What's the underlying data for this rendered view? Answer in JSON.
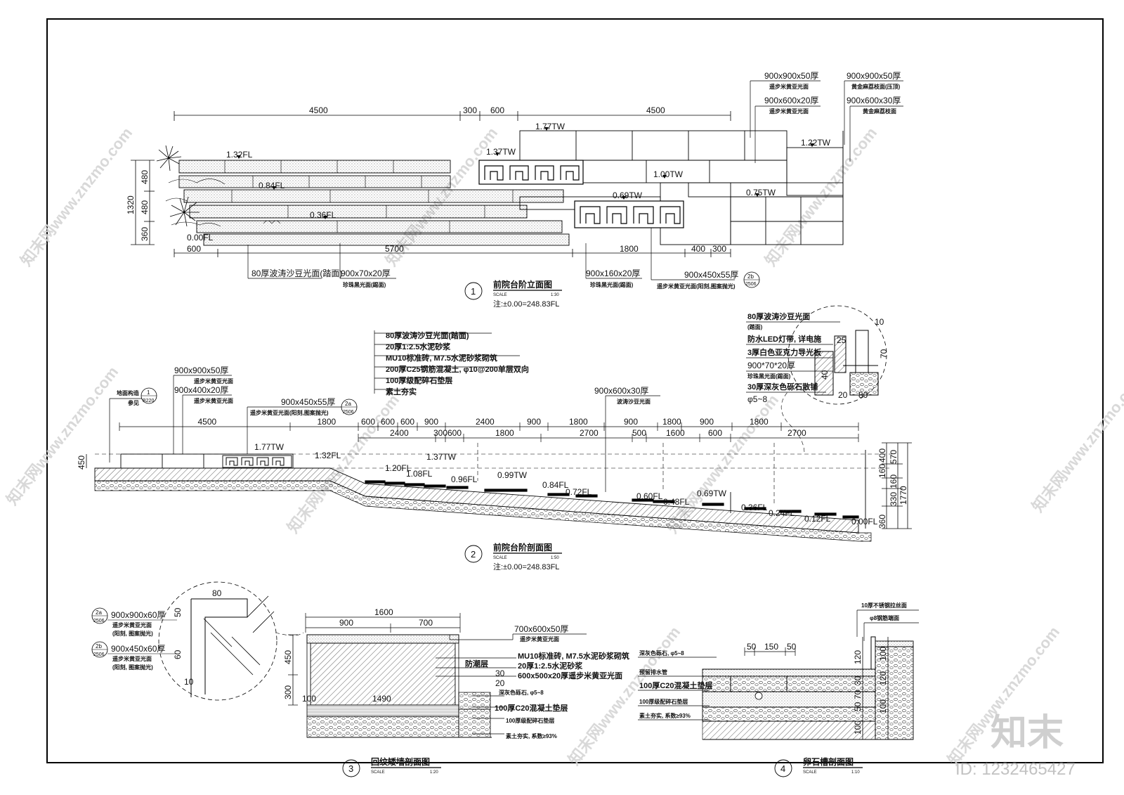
{
  "brand": {
    "logo": "知末",
    "id_text": "ID: 1232465427"
  },
  "watermarks": [
    "www.znzmo.com",
    "知末网www.znzmo.com"
  ],
  "v1": {
    "num": "1",
    "title": "前院台阶立面图",
    "scale_label": "SCALE",
    "scale": "1:30",
    "note": "注:±0.00=248.83FL",
    "dims_top": [
      "4500",
      "300",
      "600",
      "4500"
    ],
    "dims_left": [
      "1320",
      "480",
      "480",
      "360"
    ],
    "dims_bottom": [
      "600",
      "5700",
      "1800",
      "400",
      "300"
    ],
    "levels": [
      "1.32FL",
      "0.84FL",
      "0.36FL",
      "0.00FL",
      "1.77TW",
      "1.37TW",
      "1.00TW",
      "0.69TW",
      "0.75TW",
      "1.22TW"
    ],
    "callouts": [
      {
        "size": "900x900x50厚",
        "desc": "遥步米黄亚光面"
      },
      {
        "size": "900x600x20厚",
        "desc": "遥步米黄亚光面"
      },
      {
        "size": "900x900x50厚",
        "desc": "黄金麻荔枝面(压顶)"
      },
      {
        "size": "900x600x30厚",
        "desc": "黄金麻荔枝面"
      },
      {
        "size": "80厚波涛沙豆光面(踏面)",
        "desc": ""
      },
      {
        "size": "900x70x20厚",
        "desc": "珍珠黑光面(踢面)"
      },
      {
        "size": "900x160x20厚",
        "desc": "珍珠黑光面(踢面)"
      },
      {
        "size": "900x450x55厚",
        "desc": "遥步米黄亚光面(阳刻,图案抛光)"
      }
    ],
    "tag": {
      "num": "2b",
      "sheet": "2506"
    }
  },
  "v2": {
    "num": "2",
    "title": "前院台阶剖面图",
    "scale_label": "SCALE",
    "scale": "1:50",
    "note": "注:±0.00=248.83FL",
    "layers": [
      "80厚波涛沙豆光面(踏面)",
      "20厚1:2.5水泥砂浆",
      "MU10标准砖, M7.5水泥砂浆砌筑",
      "200厚C25钢筋混凝土, φ10@200单层双向",
      "100厚级配碎石垫层",
      "素土夯实"
    ],
    "callouts": [
      {
        "size": "900x900x50厚",
        "desc": "遥步米黄亚光面"
      },
      {
        "size": "900x400x20厚",
        "desc": "遥步米黄亚光面"
      },
      {
        "size": "900x450x55厚",
        "desc": "遥步米黄亚光面(阳刻,图案抛光)"
      },
      {
        "size": "900x600x30厚",
        "desc": "波涛沙豆光面"
      }
    ],
    "ref1": {
      "label": "地面构造",
      "sub": "参见",
      "num": "1",
      "sheet": "B220"
    },
    "ref2": {
      "num": "2a",
      "sheet": "2506"
    },
    "dims_top1": [
      "4500",
      "1800",
      "600",
      "600",
      "600",
      "900",
      "2400",
      "900",
      "1800",
      "900",
      "1800",
      "900",
      "1800"
    ],
    "dims_top2": [
      "2400",
      "300",
      "600",
      "1800",
      "2700",
      "500",
      "1600",
      "600",
      "2700"
    ],
    "dims_right": [
      "400",
      "570",
      "160",
      "160",
      "330",
      "360",
      "1770"
    ],
    "dim_left": "450",
    "levels": [
      "1.77TW",
      "1.32FL",
      "1.37TW",
      "1.20FL",
      "1.08FL",
      "0.96FL",
      "0.99TW",
      "0.84FL",
      "0.72FL",
      "0.60FL",
      "0.48FL",
      "0.69TW",
      "0.36FL",
      "0.24FL",
      "0.12FL",
      "0.00FL"
    ],
    "detail_notes": [
      "80厚波涛沙豆光面",
      "(踏面)",
      "防水LED灯带, 详电施",
      "3厚白色亚克力导光板",
      "900*70*20厚",
      "珍珠黑光面(踢面)",
      "30厚深灰色砾石散铺",
      "φ5~8"
    ],
    "detail_dims": [
      "10",
      "25",
      "70",
      "40",
      "20",
      "80"
    ]
  },
  "v3": {
    "num": "3",
    "title": "回纹矮墙剖面图",
    "scale_label": "SCALE",
    "scale": "1:20",
    "tags": [
      {
        "num": "2a",
        "sheet": "2506",
        "size": "900x900x60厚",
        "desc1": "遥步米黄亚光面",
        "desc2": "(阳刻, 图案抛光)"
      },
      {
        "num": "2b",
        "sheet": "2506",
        "size": "900x450x60厚",
        "desc1": "遥步米黄亚光面",
        "desc2": "(阳刻, 图案抛光)"
      }
    ],
    "detail_dims": [
      "80",
      "50",
      "60",
      "10"
    ],
    "dims": [
      "1600",
      "900",
      "700",
      "450",
      "300",
      "100",
      "1490",
      "30",
      "20"
    ],
    "notes": [
      "700x600x50厚",
      "遥步米黄亚光面",
      "MU10标准砖, M7.5水泥砂浆砌筑",
      "20厚1:2.5水泥砂浆",
      "600x500x20厚遥步米黄亚光面",
      "深灰色砾石, φ5~8",
      "100厚C20混凝土垫层",
      "100厚级配碎石垫层",
      "素土夯实, 系数≥93%"
    ],
    "fang": "防潮层"
  },
  "v4": {
    "num": "4",
    "title": "卵石槽剖面图",
    "scale_label": "SCALE",
    "scale": "1:10",
    "notes": [
      "深灰色砾石, φ5~8",
      "预留排水管",
      "100厚C20混凝土垫层",
      "100厚级配碎石垫层",
      "素土夯实, 系数≥93%"
    ],
    "right_notes": [
      "10厚不锈钢拉丝面",
      "φ8钢筋端面"
    ],
    "dims_top": [
      "50",
      "150",
      "50"
    ],
    "dims_left": [
      "100",
      "50",
      "70",
      "30",
      "120"
    ],
    "dims_right": [
      "100",
      "120",
      "100"
    ]
  }
}
